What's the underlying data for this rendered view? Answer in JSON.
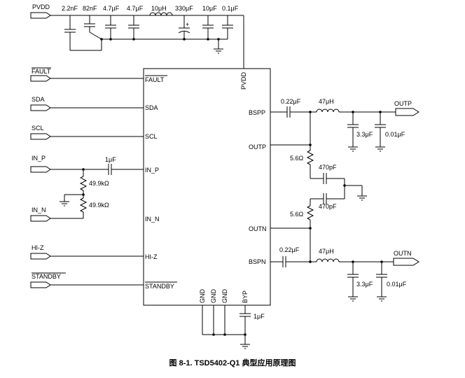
{
  "caption": "图 8-1. TSD5402-Q1 典型应用原理图",
  "nets": {
    "pvdd": "PVDD",
    "fault": "FAULT",
    "sda": "SDA",
    "scl": "SCL",
    "in_p": "IN_P",
    "in_n": "IN_N",
    "hiz": "HI-Z",
    "standby": "STANDBY",
    "outp": "OUTP",
    "outn": "OUTN"
  },
  "pins": {
    "fault": "FAULT",
    "sda": "SDA",
    "scl": "SCL",
    "in_p": "IN_P",
    "in_n": "IN_N",
    "hiz": "HI-Z",
    "standby": "STANDBY",
    "pvdd": "PVDD",
    "bspp": "BSPP",
    "outp": "OUTP",
    "outn": "OUTN",
    "bspn": "BSPN",
    "gnd": "GND",
    "byp": "BYP"
  },
  "components": {
    "pvdd_caps": [
      "2.2nF",
      "82nF",
      "4.7μF",
      "4.7μF"
    ],
    "pvdd_inductor": "10μH",
    "pvdd_bulk": "330μF",
    "pvdd_caps2": [
      "10μF",
      "0.1μF"
    ],
    "input_cap": "1μF",
    "bias_res_top": "49.9kΩ",
    "bias_res_bot": "49.9kΩ",
    "bs_cap_p": "0.22μF",
    "out_ind_p": "47μH",
    "out_cap_p1": "3.3μF",
    "out_cap_p2": "0.01μF",
    "snub_res_p": "5.6Ω",
    "snub_cap_p": "470pF",
    "snub_res_n": "5.6Ω",
    "snub_cap_n": "470pF",
    "bs_cap_n": "0.22μF",
    "out_ind_n": "47μH",
    "out_cap_n1": "3.3μF",
    "out_cap_n2": "0.01μF",
    "byp_cap": "1μF",
    "polarity_mark": "+"
  }
}
